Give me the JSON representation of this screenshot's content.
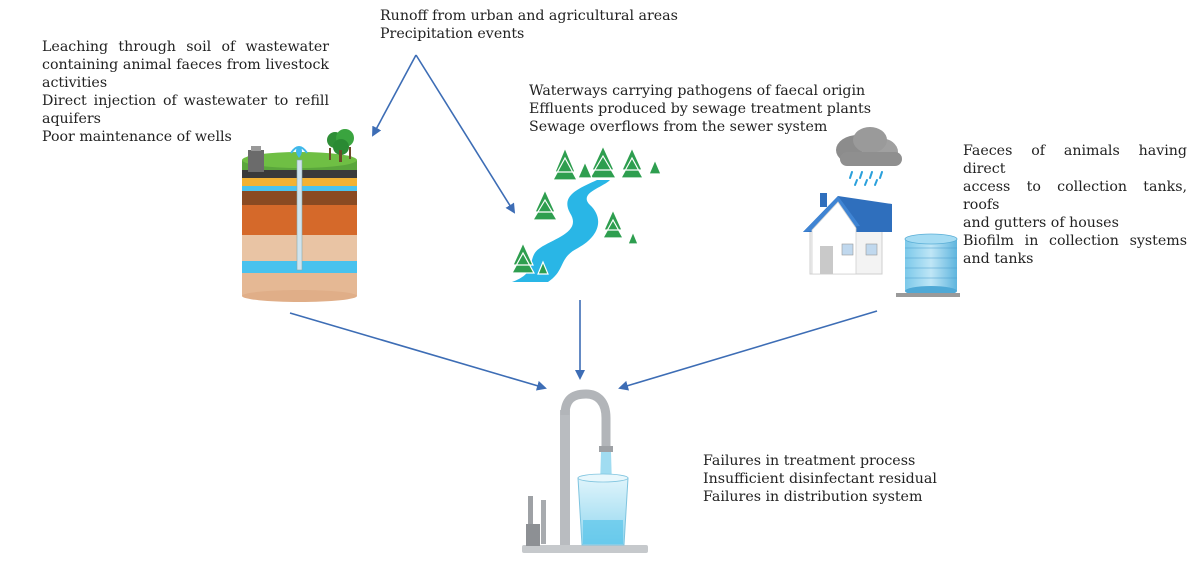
{
  "groundwater": {
    "lines": [
      "Leaching through soil of wastewater",
      "containing animal faeces from livestock",
      "activities",
      "Direct injection of wastewater to refill",
      "aquifers",
      "Poor maintenance of wells"
    ]
  },
  "runoff": {
    "lines": [
      "Runoff from urban and agricultural areas",
      "Precipitation events"
    ]
  },
  "surface": {
    "lines": [
      "Waterways carrying pathogens of faecal origin",
      "Effluents produced by sewage treatment plants",
      "Sewage overflows from the sewer system"
    ]
  },
  "rainwater": {
    "lines": [
      "Faeces of animals having direct",
      "access to collection tanks, roofs",
      "and gutters of houses",
      "Biofilm in collection systems",
      "and tanks"
    ]
  },
  "tap": {
    "lines": [
      "Failures in treatment process",
      "Insufficient disinfectant residual",
      "Failures in distribution system"
    ]
  },
  "colors": {
    "arrow": "#3d6db5",
    "water": "#29b6e6",
    "tree": "#2e9e4f"
  },
  "icons": [
    "aquifer-well-icon",
    "river-forest-icon",
    "house-rain-icon",
    "water-tank-icon",
    "faucet-glass-icon"
  ]
}
